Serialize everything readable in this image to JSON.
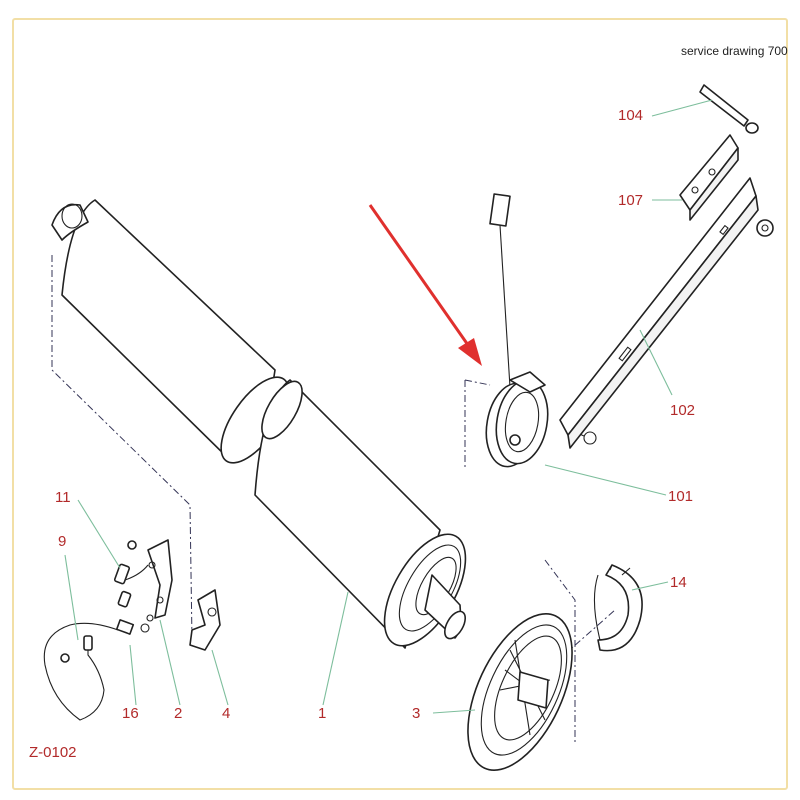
{
  "drawing_title": "service drawing 700",
  "drawing_code": "Z-0102",
  "colors": {
    "callout_text": "#b22a2a",
    "leader_line": "#7dbe9c",
    "arrow": "#e0302e",
    "line_art": "#222222",
    "frame_border": "#f2dfa6"
  },
  "callouts": {
    "c104": "104",
    "c107": "107",
    "c102": "102",
    "c101": "101",
    "c14": "14",
    "c11": "11",
    "c9": "9",
    "c16": "16",
    "c2": "2",
    "c4": "4",
    "c1": "1",
    "c3": "3"
  },
  "parts": [
    "rod-104",
    "clamp-bracket-107",
    "rail-102",
    "motor-101",
    "brake-shoe-14",
    "cable-11",
    "wire-9",
    "connector-16",
    "bracket-2",
    "clip-4",
    "drum-roller-1",
    "pulley-3",
    "tube-cover"
  ]
}
